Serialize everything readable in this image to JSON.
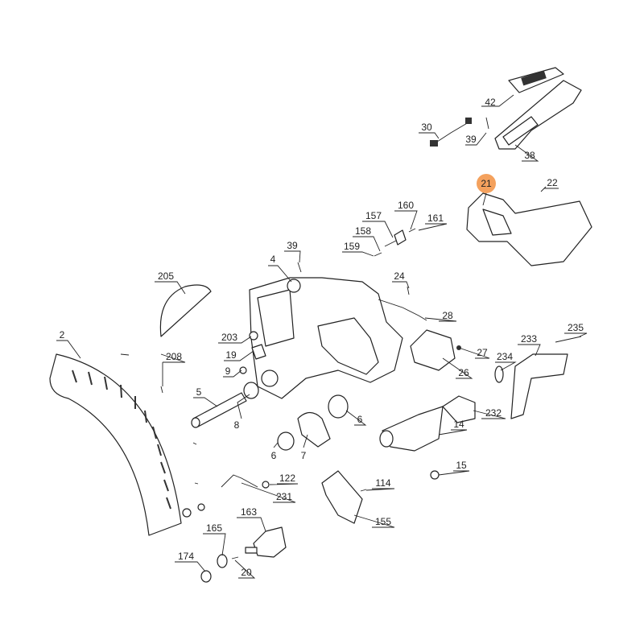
{
  "diagram": {
    "highlight_color": "#f4a15d",
    "highlighted_part": "21",
    "parts": [
      "42",
      "30",
      "39",
      "38",
      "21",
      "22",
      "160",
      "157",
      "161",
      "158",
      "159",
      "39",
      "4",
      "205",
      "24",
      "28",
      "2",
      "203",
      "208",
      "19",
      "27",
      "233",
      "235",
      "234",
      "9",
      "26",
      "5",
      "8",
      "6",
      "232",
      "14",
      "6",
      "7",
      "15",
      "122",
      "114",
      "231",
      "163",
      "155",
      "165",
      "174",
      "20"
    ]
  }
}
